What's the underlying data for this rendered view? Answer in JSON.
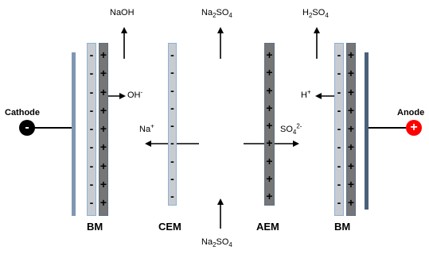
{
  "electrodes": {
    "cathode": {
      "label": "Cathode",
      "sign": "-"
    },
    "anode": {
      "label": "Anode",
      "sign": "+"
    }
  },
  "membranes": {
    "bm_left": {
      "label": "BM"
    },
    "cem": {
      "label": "CEM"
    },
    "aem": {
      "label": "AEM"
    },
    "bm_right": {
      "label": "BM"
    }
  },
  "streams": {
    "naoh": {
      "text": "NaOH"
    },
    "na2so4_top": {
      "main": "Na",
      "sub": "2",
      "rest": "SO",
      "sub2": "4"
    },
    "h2so4": {
      "main": "H",
      "sub": "2",
      "rest": "SO",
      "sub2": "4"
    },
    "na2so4_bottom": {
      "main": "Na",
      "sub": "2",
      "rest": "SO",
      "sub2": "4"
    }
  },
  "ions": {
    "oh": {
      "main": "OH",
      "sup": "-"
    },
    "h": {
      "main": "H",
      "sup": "+"
    },
    "na": {
      "main": "Na",
      "sup": "+"
    },
    "so4": {
      "main": "SO",
      "sub": "4",
      "sup": "2-"
    }
  },
  "signs": {
    "minus": "-",
    "plus": "+"
  },
  "colors": {
    "cathode_fill": "#000000",
    "anode_fill": "#ff0000",
    "electrode_plate": "#7f97b2",
    "electrode_plate_dark": "#4a617a",
    "light_membrane": "#c8ccd1",
    "light_membrane_border": "#8fb1d4",
    "dark_membrane": "#767676",
    "dark_membrane_border": "#5a6f86",
    "white_strip": "#ffffff"
  }
}
